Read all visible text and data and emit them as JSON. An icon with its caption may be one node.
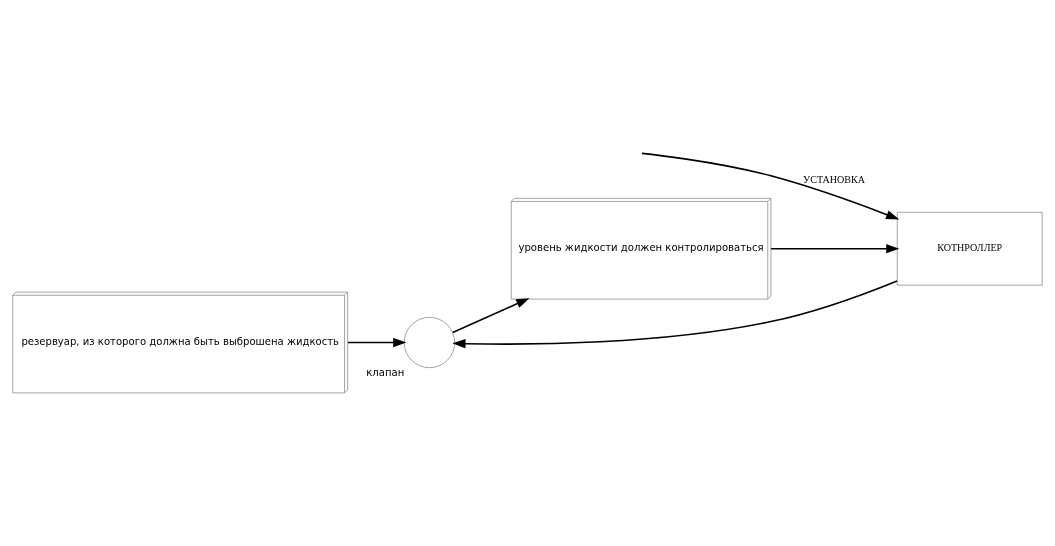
{
  "diagram": {
    "nodes": [
      {
        "text": [],
        "shape": "circle",
        "beside": [
          "клапан"
        ]
      },
      {
        "text": [
          "КОТНРОЛЛЕР"
        ]
      },
      {
        "text": [
          "уровень жидкости должен контролироваться"
        ]
      },
      {
        "text": [
          "резервуар, из которого должна быть выброшена жидкость"
        ]
      }
    ],
    "edges": [
      {
        "from": 0,
        "to": 2,
        "arrow": "to"
      },
      {
        "from": 2,
        "to": 1,
        "arrow": "to"
      },
      {
        "from": 1,
        "to": 0,
        "arrow": "to"
      },
      {
        "from": 3,
        "to": 0,
        "arrow": "to"
      },
      {
        "from": null,
        "to": 1,
        "arrow": "to",
        "label": "УСТАНОВКА"
      }
    ]
  }
}
